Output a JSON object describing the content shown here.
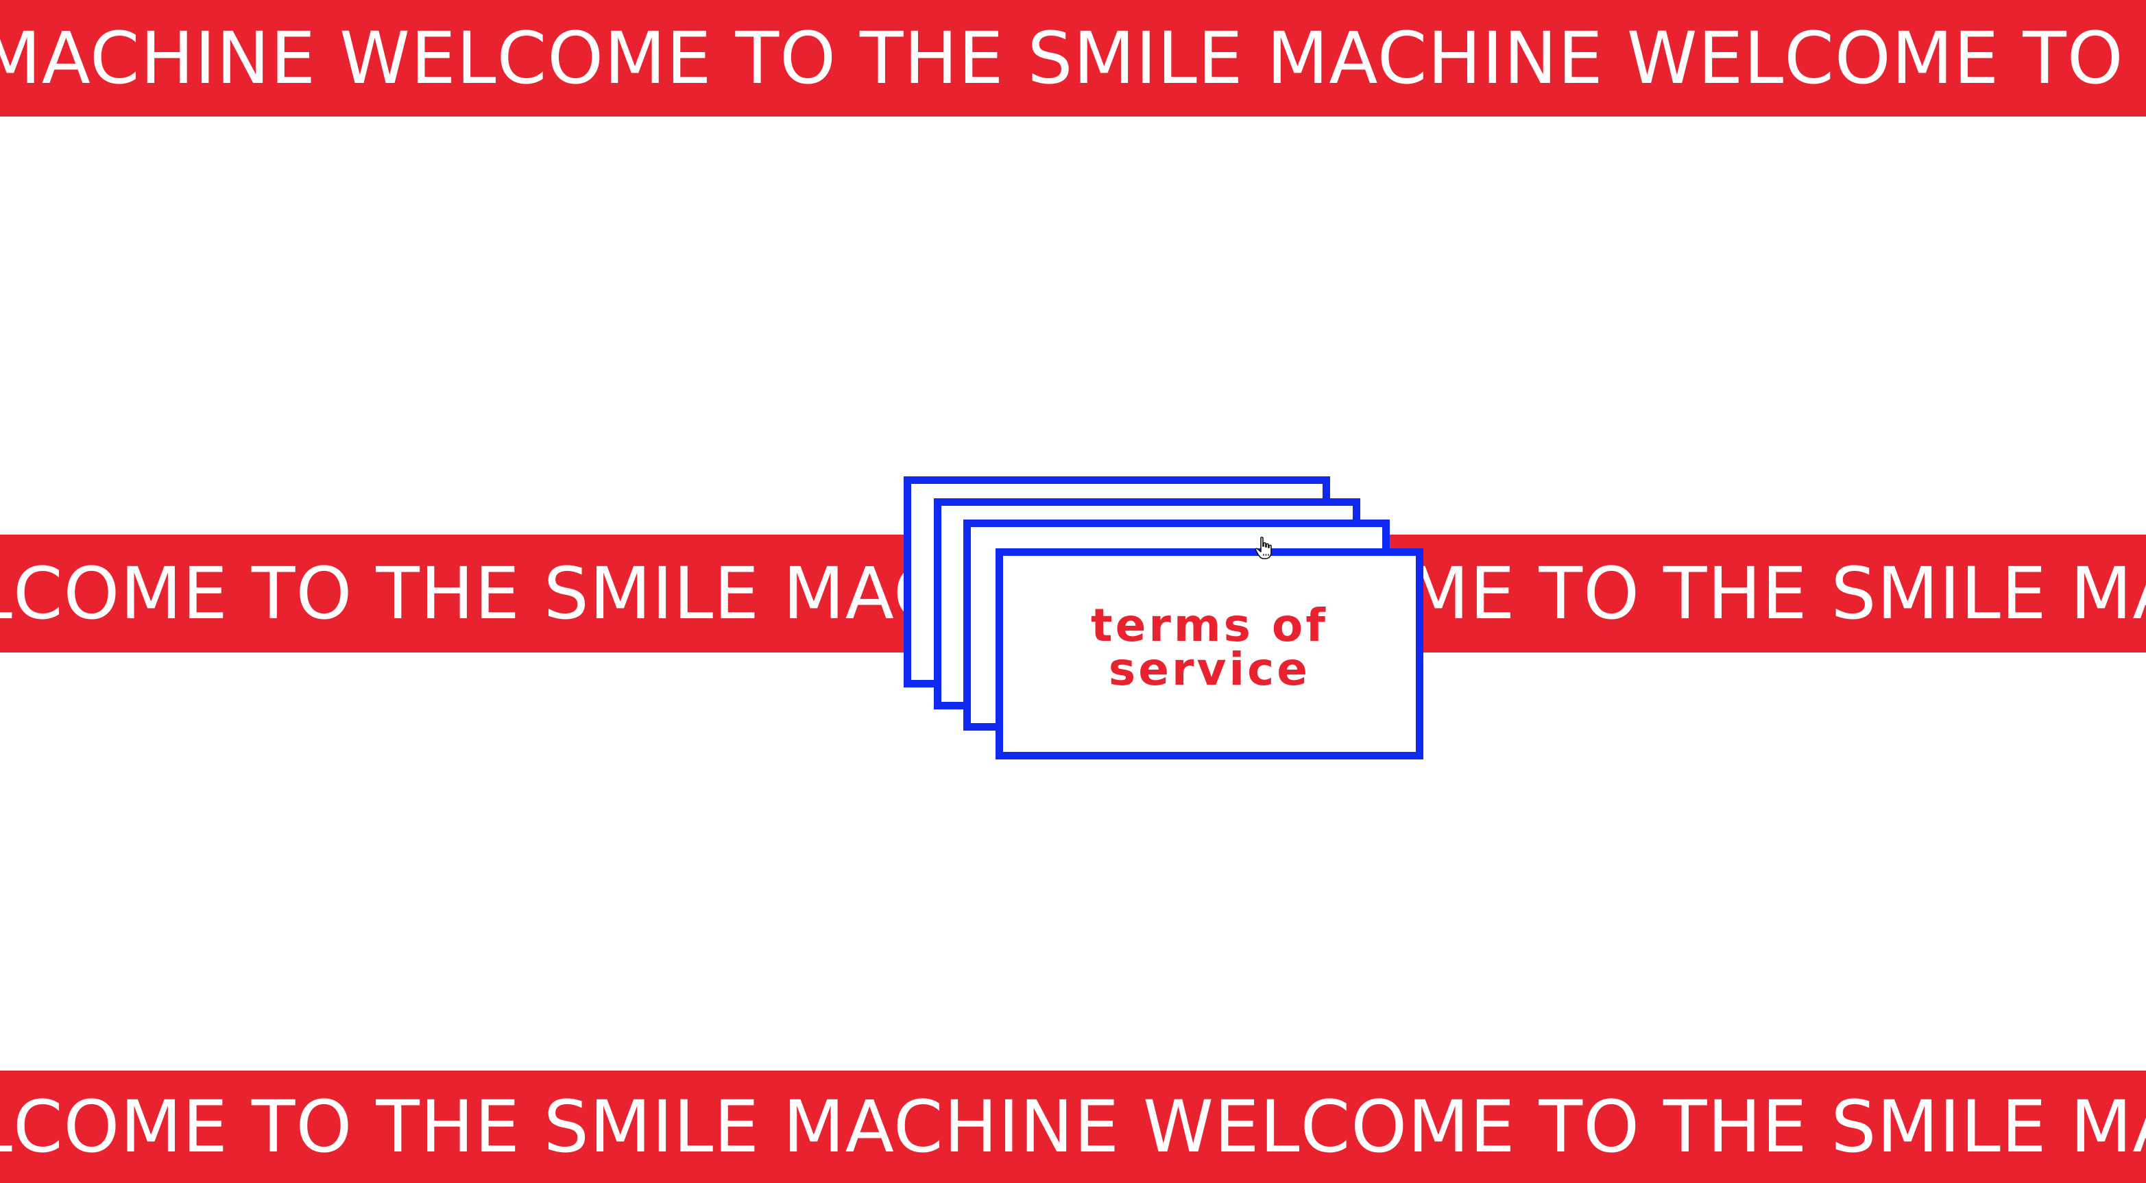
{
  "banners": {
    "top": "MACHINE WELCOME TO THE SMILE MACHINE WELCOME TO THE SMILE",
    "middle": "LCOME TO THE SMILE MACHINE WELCOME TO THE SMILE MACHINE WE",
    "bottom": "LCOME TO THE SMILE MACHINE WELCOME TO THE SMILE MACHINE"
  },
  "cards": {
    "front_label": "terms of service"
  },
  "cursor": {
    "icon": "hand-pointer-icon"
  },
  "colors": {
    "banner_red": "#e8232f",
    "card_border_blue": "#1029f0",
    "background": "#ffffff"
  }
}
